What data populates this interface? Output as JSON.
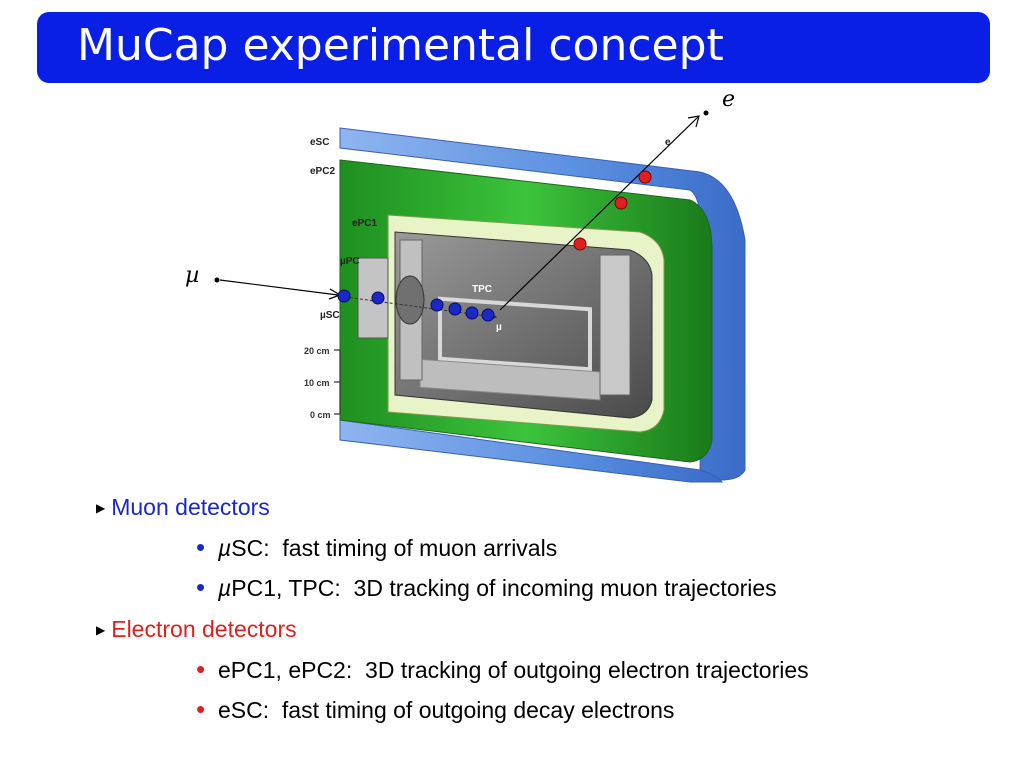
{
  "slide": {
    "title": "MuCap experimental concept"
  },
  "colors": {
    "title_bg": "#0a1fe6",
    "muon": "#1a28c8",
    "electron": "#e02020",
    "chamber_green": "#2aa82a",
    "scintillator_blue": "#5a8fe0"
  },
  "figure": {
    "labels": {
      "esc": "eSC",
      "epc2": "ePC2",
      "epc1": "ePC1",
      "mupc": "µPC",
      "musc": "µSC",
      "tpc": "TPC",
      "e_inner": "e",
      "mu_inner": "µ",
      "e_outer": "e",
      "mu_outer": "µ"
    },
    "scale": [
      "20 cm",
      "10 cm",
      "0 cm"
    ]
  },
  "bullets": {
    "muon_heading": "Muon detectors",
    "muon_items": [
      {
        "mu": "µ",
        "label": "SC:",
        "text": "fast timing of muon arrivals"
      },
      {
        "mu": "µ",
        "label": "PC1, TPC:",
        "text": "3D tracking of incoming muon trajectories"
      }
    ],
    "electron_heading": "Electron detectors",
    "electron_items": [
      {
        "label": "ePC1, ePC2:",
        "text": "3D tracking of outgoing electron trajectories"
      },
      {
        "label": "eSC:",
        "text": "fast timing of outgoing decay electrons"
      }
    ]
  }
}
